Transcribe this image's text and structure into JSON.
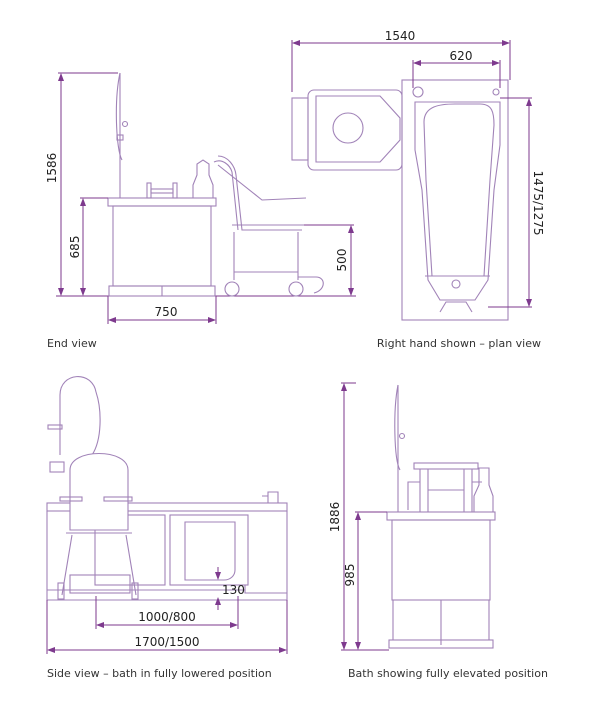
{
  "colors": {
    "dimension": "#7e3a8e",
    "drawing": "#a183b8"
  },
  "end_view": {
    "caption": "End view",
    "dims": {
      "overall_height": "1586",
      "rim_height": "685",
      "width": "750",
      "chair_seat_height": "500"
    }
  },
  "plan_view": {
    "caption": "Right hand shown – plan view",
    "dims": {
      "overall_length": "1540",
      "inner_width": "620",
      "inner_length": "1475/1275"
    }
  },
  "side_view": {
    "caption": "Side view – bath in fully lowered position",
    "dims": {
      "toe_clearance": "130",
      "opening_length": "1000/800",
      "overall_length": "1700/1500"
    }
  },
  "elevated_view": {
    "caption": "Bath showing fully elevated position",
    "dims": {
      "overall_height": "1886",
      "rim_height": "985"
    }
  }
}
